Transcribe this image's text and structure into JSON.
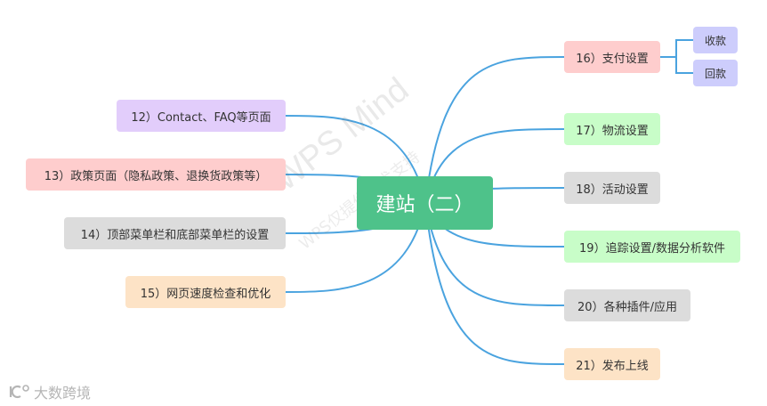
{
  "center": {
    "label": "建站（二）"
  },
  "left_nodes": [
    {
      "label": "12）Contact、FAQ等页面",
      "color": "#e2cdfb"
    },
    {
      "label": "13）政策页面（隐私政策、退换货政策等）",
      "color": "#fecdcd"
    },
    {
      "label": "14）顶部菜单栏和底部菜单栏的设置",
      "color": "#dcdcdc"
    },
    {
      "label": "15）网页速度检查和优化",
      "color": "#fde3c6"
    }
  ],
  "right_nodes": [
    {
      "label": "16）支付设置",
      "color": "#fecdcd"
    },
    {
      "label": "17）物流设置",
      "color": "#c8fdc8"
    },
    {
      "label": "18）活动设置",
      "color": "#dcdcdc"
    },
    {
      "label": "19）追踪设置/数据分析软件",
      "color": "#c8fdc8"
    },
    {
      "label": "20）各种插件/应用",
      "color": "#dcdcdc"
    },
    {
      "label": "21）发布上线",
      "color": "#fde3c6"
    }
  ],
  "payment_children": [
    {
      "label": "收款",
      "color": "#cdcdfc"
    },
    {
      "label": "回款",
      "color": "#cdcdfc"
    }
  ],
  "watermark": {
    "main": "WPS Mind",
    "sub": "WPS仅提供技术支持"
  },
  "logo": {
    "text": "大数跨境"
  },
  "colors": {
    "line": "#4aa3df",
    "center": "#4ec28a"
  }
}
